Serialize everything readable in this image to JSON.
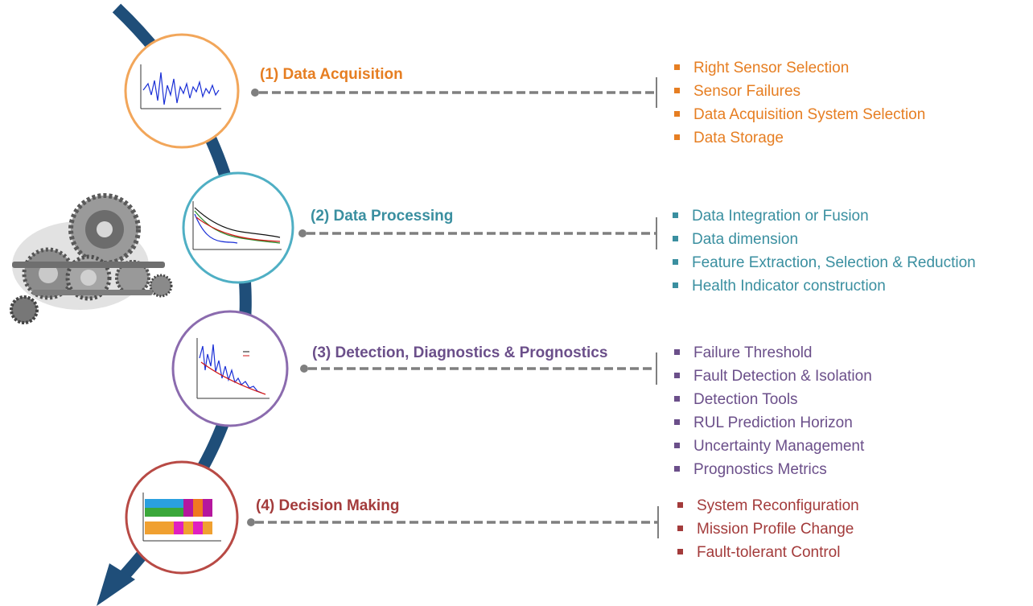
{
  "stages": [
    {
      "title": "(1) Data Acquisition",
      "color": "#E67E22",
      "items": [
        "Right Sensor Selection",
        "Sensor Failures",
        "Data Acquisition System Selection",
        "Data Storage"
      ]
    },
    {
      "title": "(2) Data Processing",
      "color": "#3A8FA0",
      "items": [
        "Data Integration or Fusion",
        "Data dimension",
        "Feature Extraction, Selection & Reduction",
        "Health Indicator construction"
      ]
    },
    {
      "title": "(3) Detection, Diagnostics & Prognostics",
      "color": "#6B4F8A",
      "items": [
        "Failure Threshold",
        "Fault Detection & Isolation",
        "Detection Tools",
        "RUL Prediction Horizon",
        "Uncertainty Management",
        "Prognostics Metrics"
      ]
    },
    {
      "title": "(4) Decision Making",
      "color": "#A33B3B",
      "items": [
        "System Reconfiguration",
        "Mission Profile Change",
        "Fault-tolerant Control"
      ]
    }
  ],
  "colors": {
    "arrow": "#1F4E79",
    "connector": "#7F7F7F",
    "circle1": "#F2A65A",
    "circle2": "#4FAFC4",
    "circle3": "#8B6BAE",
    "circle4": "#B84A45"
  },
  "icons": [
    "gearbox-image",
    "vibration-signal-plot",
    "degradation-curves-plot",
    "prognostic-curve-plot",
    "maintenance-schedule-grid"
  ]
}
